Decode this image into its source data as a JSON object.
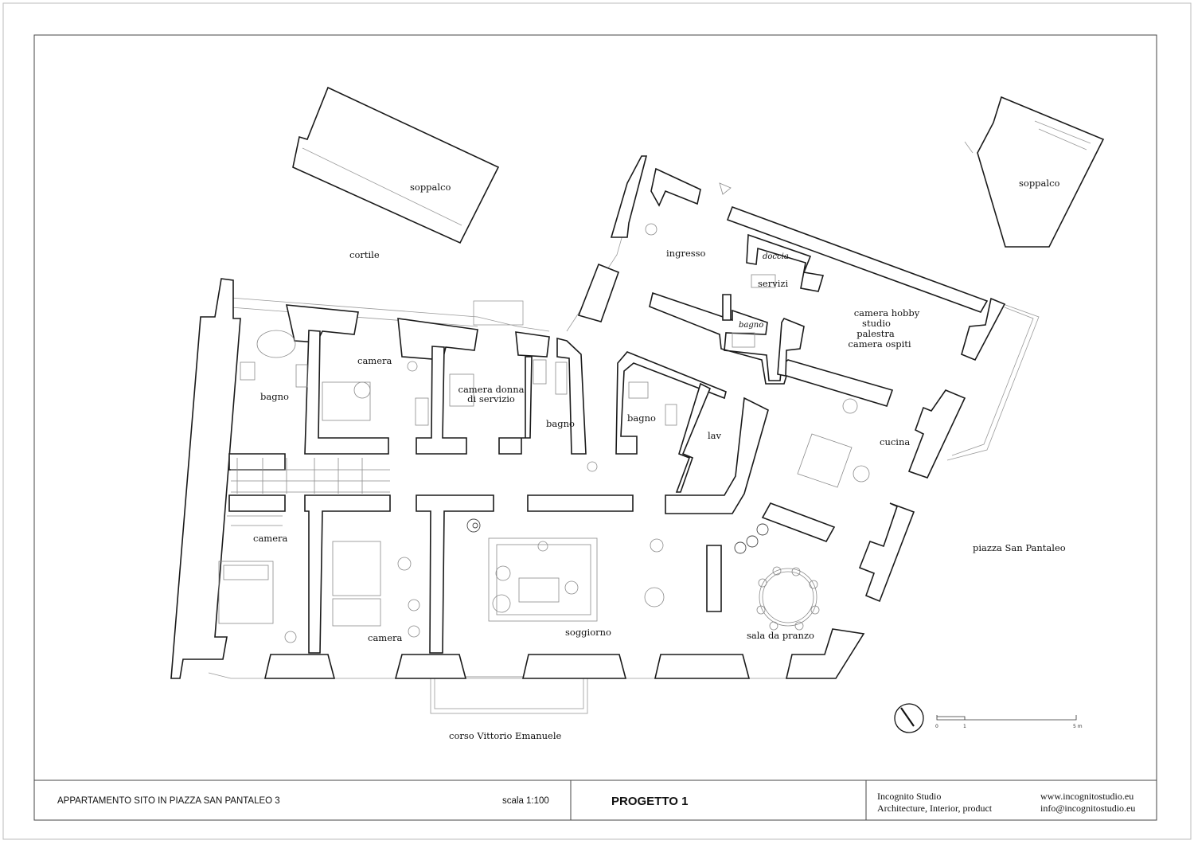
{
  "rooms": {
    "soppalco_left": "soppalco",
    "cortile": "cortile",
    "ingresso": "ingresso",
    "doccia": "doccia",
    "servizi": "servizi",
    "soppalco_right": "soppalco",
    "bagno_small": "bagno",
    "camera_hobby": [
      "camera hobby",
      "studio",
      "palestra",
      "camera ospiti"
    ],
    "bagno_left": "bagno",
    "camera_top": "camera",
    "camera_donna": [
      "camera donna",
      "di servizio"
    ],
    "bagno_center": "bagno",
    "bagno_right": "bagno",
    "lav": "lav",
    "cucina": "cucina",
    "camera_bottom_left": "camera",
    "camera_bottom": "camera",
    "soggiorno": "soggiorno",
    "sala_da_pranzo": "sala da pranzo"
  },
  "streets": {
    "piazza": "piazza San Pantaleo",
    "corso": "corso Vittorio Emanuele"
  },
  "scale_bar": {
    "ticks": [
      "0",
      "1",
      "5 m"
    ]
  },
  "title_block": {
    "project_title": "APPARTAMENTO SITO IN  PIAZZA SAN PANTALEO 3",
    "scale": "scala 1:100",
    "drawing_name": "PROGETTO 1",
    "studio_name": "Incognito Studio",
    "studio_tagline": "Architecture, Interior, product",
    "website": "www.incognitostudio.eu",
    "email": "info@incognitostudio.eu"
  }
}
